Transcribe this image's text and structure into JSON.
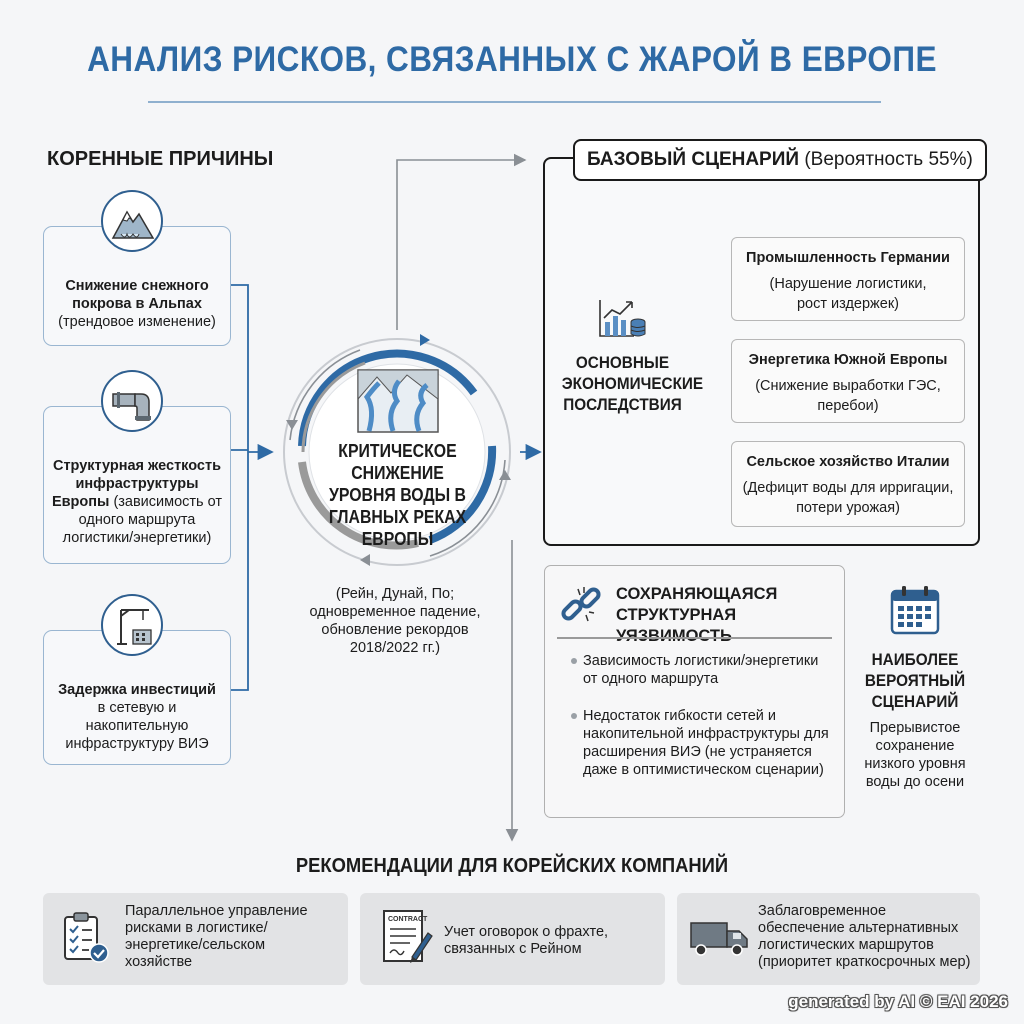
{
  "title": "АНАЛИЗ РИСКОВ, СВЯЗАННЫХ С ЖАРОЙ В ЕВРОПЕ",
  "root_causes": {
    "heading": "КОРЕННЫЕ ПРИЧИНЫ",
    "items": [
      {
        "icon": "mountain-snow-icon",
        "bold": "Снижение снежного покрова в Альпах",
        "normal": "(трендовое изменение)"
      },
      {
        "icon": "pipe-icon",
        "bold": "Структурная жесткость инфраструктуры Европы",
        "normal": "(зависимость от одного маршрута логистики/энергетики)"
      },
      {
        "icon": "crane-icon",
        "bold": "Задержка инвестиций",
        "normal": "в сетевую и накопительную инфраструктуру ВИЭ"
      }
    ]
  },
  "center": {
    "icon": "rivers-icon",
    "text": "КРИТИЧЕСКОЕ СНИЖЕНИЕ УРОВНЯ ВОДЫ В ГЛАВНЫХ РЕКАХ ЕВРОПЫ",
    "note": "(Рейн, Дунай, По; одновременное падение, обновление рекордов 2018/2022 гг.)"
  },
  "base_scenario": {
    "label_bold": "БАЗОВЫЙ СЦЕНАРИЙ",
    "label_normal": "(Вероятность 55%)",
    "economic_icon": "chart-coins-icon",
    "economic_title": "ОСНОВНЫЕ ЭКОНОМИЧЕСКИЕ ПОСЛЕДСТВИЯ",
    "impacts": [
      {
        "title": "Промышленность Германии",
        "desc": "(Нарушение логистики, рост издержек)"
      },
      {
        "title": "Энергетика Южной Европы",
        "desc": "(Снижение выработки ГЭС, перебои)"
      },
      {
        "title": "Сельское хозяйство Италии",
        "desc": "(Дефицит воды для ирригации, потери урожая)"
      }
    ]
  },
  "vulnerability": {
    "icon": "broken-chain-icon",
    "title": "СОХРАНЯЮЩАЯСЯ СТРУКТУРНАЯ УЯЗВИМОСТЬ",
    "bullets": [
      "Зависимость логистики/энергетики от одного маршрута",
      "Недостаток гибкости сетей и накопительной инфраструктуры для расширения ВИЭ (не устраняется даже в оптимистическом сценарии)"
    ]
  },
  "likely": {
    "icon": "calendar-icon",
    "title": "НАИБОЛЕЕ ВЕРОЯТНЫЙ СЦЕНАРИЙ",
    "desc": "Прерывистое сохранение низкого уровня воды до осени"
  },
  "recommendations": {
    "heading": "РЕКОМЕНДАЦИИ ДЛЯ КОРЕЙСКИХ КОМПАНИЙ",
    "items": [
      {
        "icon": "clipboard-check-icon",
        "text": "Параллельное управление рисками в логистике/ энергетике/сельском хозяйстве"
      },
      {
        "icon": "contract-icon",
        "icon_label": "CONTRACT",
        "text": "Учет оговорок о фрахте, связанных с Рейном"
      },
      {
        "icon": "truck-icon",
        "text": "Заблаговременное обеспечение альтернативных логистических маршрутов (приоритет краткосрочных мер)"
      }
    ]
  },
  "watermark": "generated by AI © EAI 2026",
  "colors": {
    "accent": "#2e6aa5",
    "dark_blue": "#2f5f8f",
    "gray_ring": "#9a9a9a"
  }
}
